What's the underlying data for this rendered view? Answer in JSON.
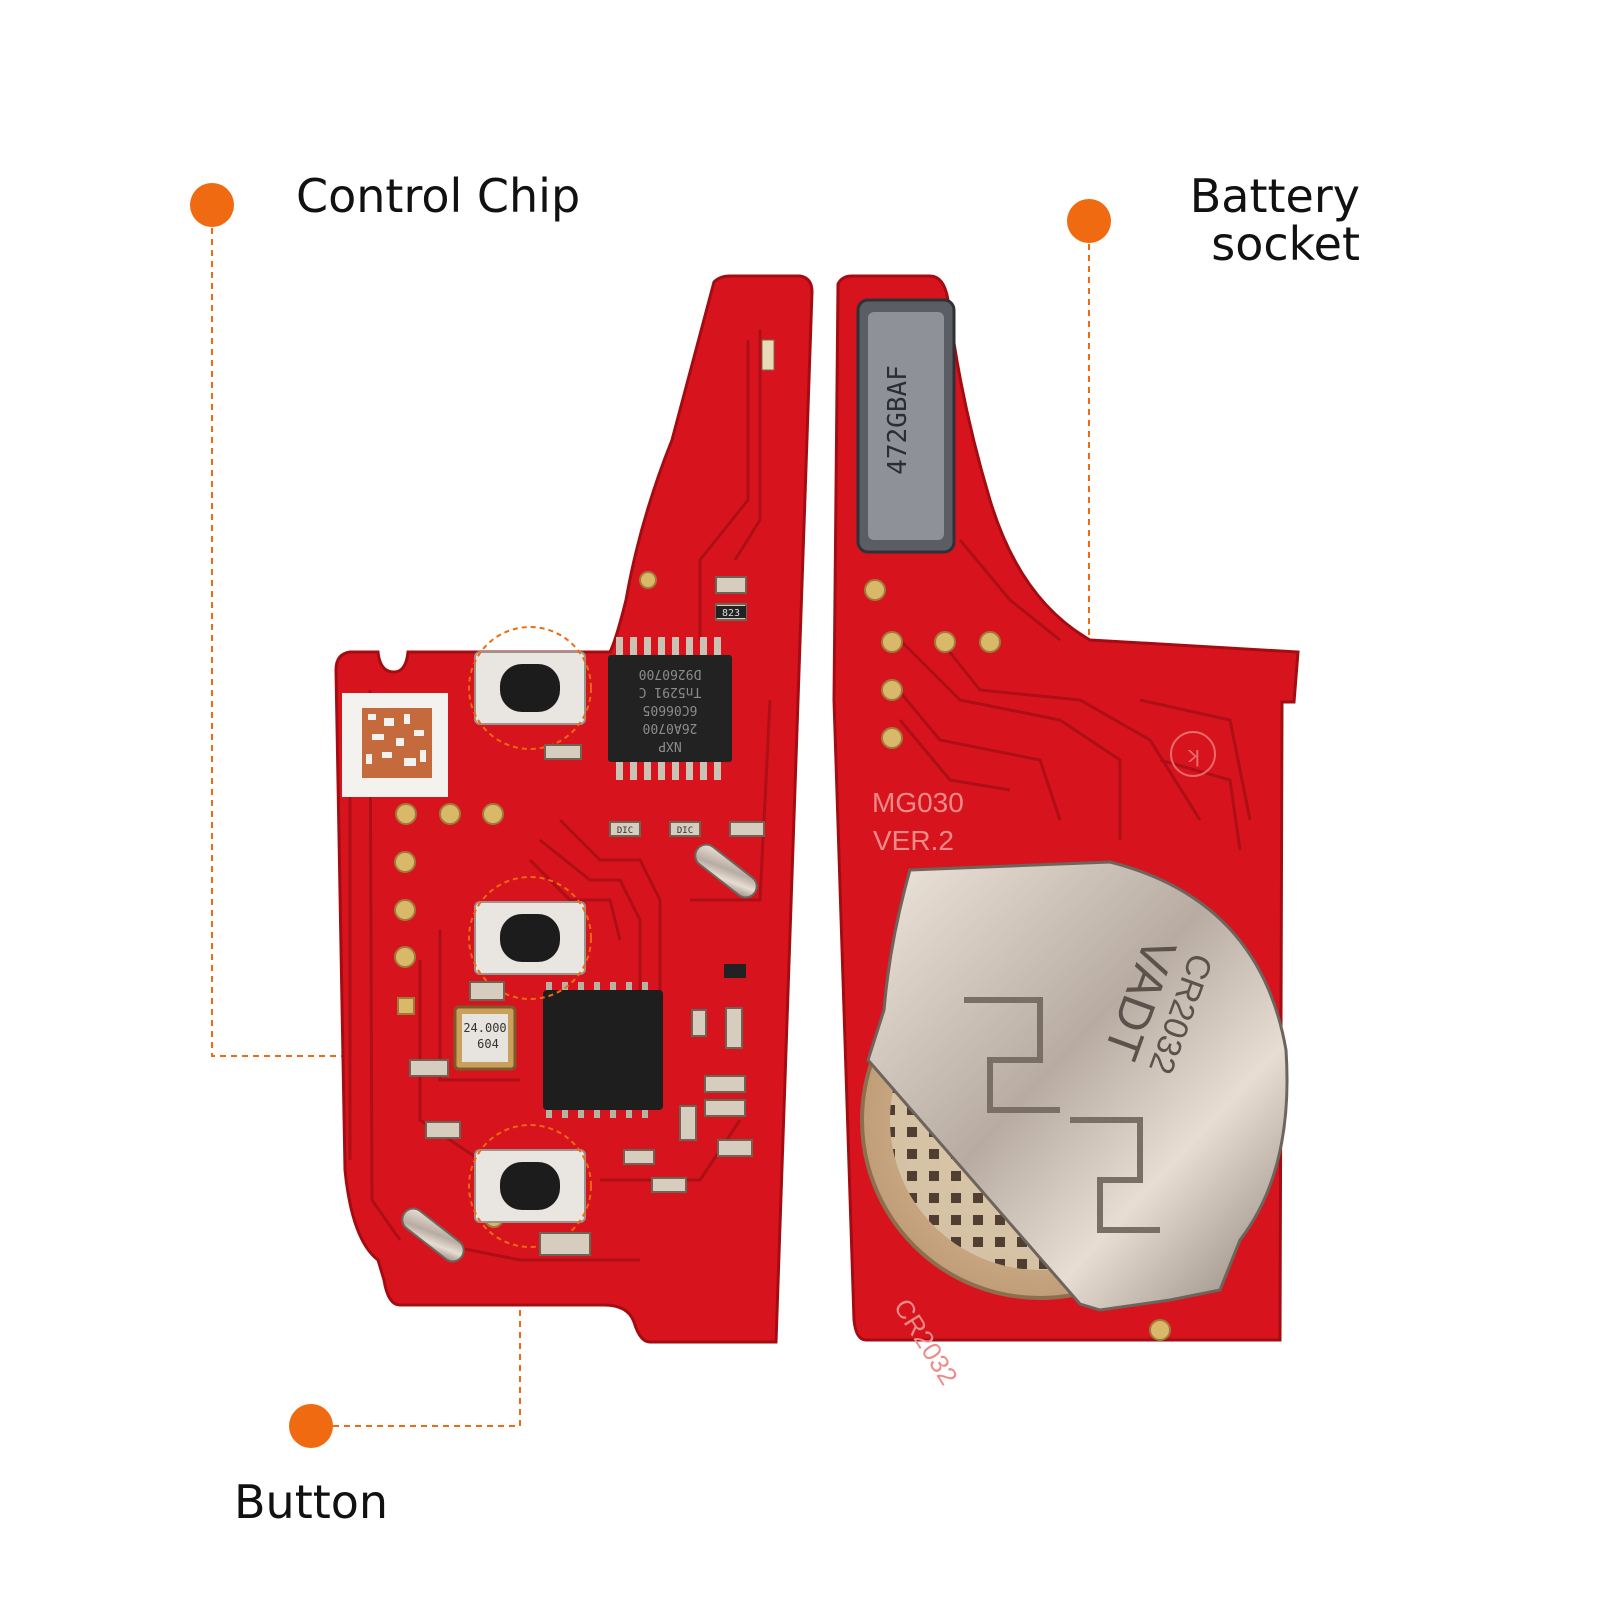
{
  "callouts": {
    "control_chip": "Control Chip",
    "battery_socket_line1": "Battery",
    "battery_socket_line2": "socket",
    "button": "Button"
  },
  "board_markings": {
    "model": "MG030",
    "version": "VER.2",
    "battery_type": "CR2032",
    "chip_line1": "NXP",
    "chip_line2": "26A0700",
    "chip_line3": "6C06605",
    "chip_line4": "Tn5291 C",
    "chip_line5": "D9260700",
    "crystal_line1": "24.000",
    "crystal_line2": "604",
    "antenna_code": "472GBAF",
    "small_part": "823",
    "diode_1": "DIC",
    "diode_2": "DIC",
    "battery_clip_line1": "CR2032",
    "battery_clip_line2": "VADT"
  },
  "colors": {
    "pcb_red": "#d7141d",
    "callout_orange": "#ef6a10",
    "pad_gold": "#d9b86a"
  }
}
